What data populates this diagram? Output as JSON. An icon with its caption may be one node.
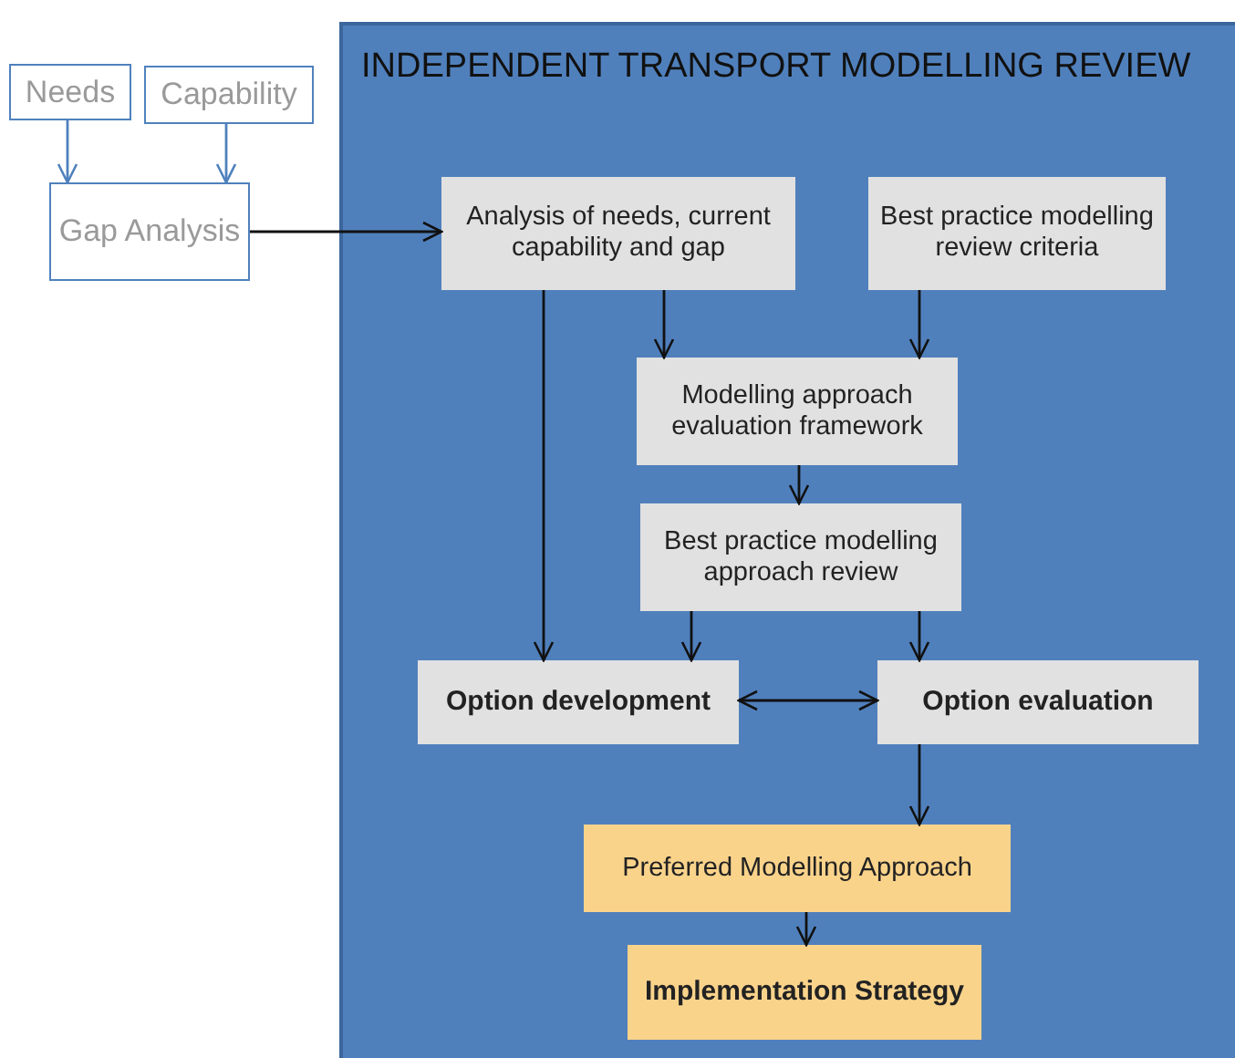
{
  "diagram": {
    "nodes": [
      {
        "text": [
          "Needs"
        ]
      },
      {
        "text": [
          "Capability"
        ]
      },
      {
        "text": [
          "Gap Analysis"
        ]
      },
      {
        "text": [
          "INDEPENDENT TRANSPORT MODELLING REVIEW"
        ]
      },
      {
        "text": [
          "Analysis of needs, current capability and gap"
        ],
        "in": 3
      },
      {
        "text": [
          "Best practice modelling review criteria"
        ],
        "in": 3
      },
      {
        "text": [
          "Modelling approach evaluation framework"
        ],
        "in": 3
      },
      {
        "text": [
          "Best practice modelling approach review"
        ],
        "in": 3
      },
      {
        "text": [
          "Option development"
        ],
        "in": 3
      },
      {
        "text": [
          "Option evaluation"
        ],
        "in": 3
      },
      {
        "text": [
          "Preferred Modelling Approach"
        ],
        "in": 3
      },
      {
        "text": [
          "Implementation Strategy"
        ],
        "in": 3
      }
    ],
    "edges": [
      {
        "from": 0,
        "to": 2,
        "arrow": "to",
        "color": "#4f81bd"
      },
      {
        "from": 1,
        "to": 2,
        "arrow": "to",
        "color": "#4f81bd"
      },
      {
        "from": 2,
        "to": 4,
        "arrow": "to"
      },
      {
        "from": 4,
        "to": 8,
        "arrow": "to"
      },
      {
        "from": 4,
        "to": 6,
        "arrow": "to"
      },
      {
        "from": 5,
        "to": 6,
        "arrow": "to"
      },
      {
        "from": 6,
        "to": 7,
        "arrow": "to"
      },
      {
        "from": 7,
        "to": 8,
        "arrow": "to"
      },
      {
        "from": 7,
        "to": 9,
        "arrow": "to"
      },
      {
        "from": 8,
        "to": 9,
        "arrow": "both"
      },
      {
        "from": 9,
        "to": 10,
        "arrow": "to"
      },
      {
        "from": 10,
        "to": 11,
        "arrow": "to"
      }
    ]
  }
}
